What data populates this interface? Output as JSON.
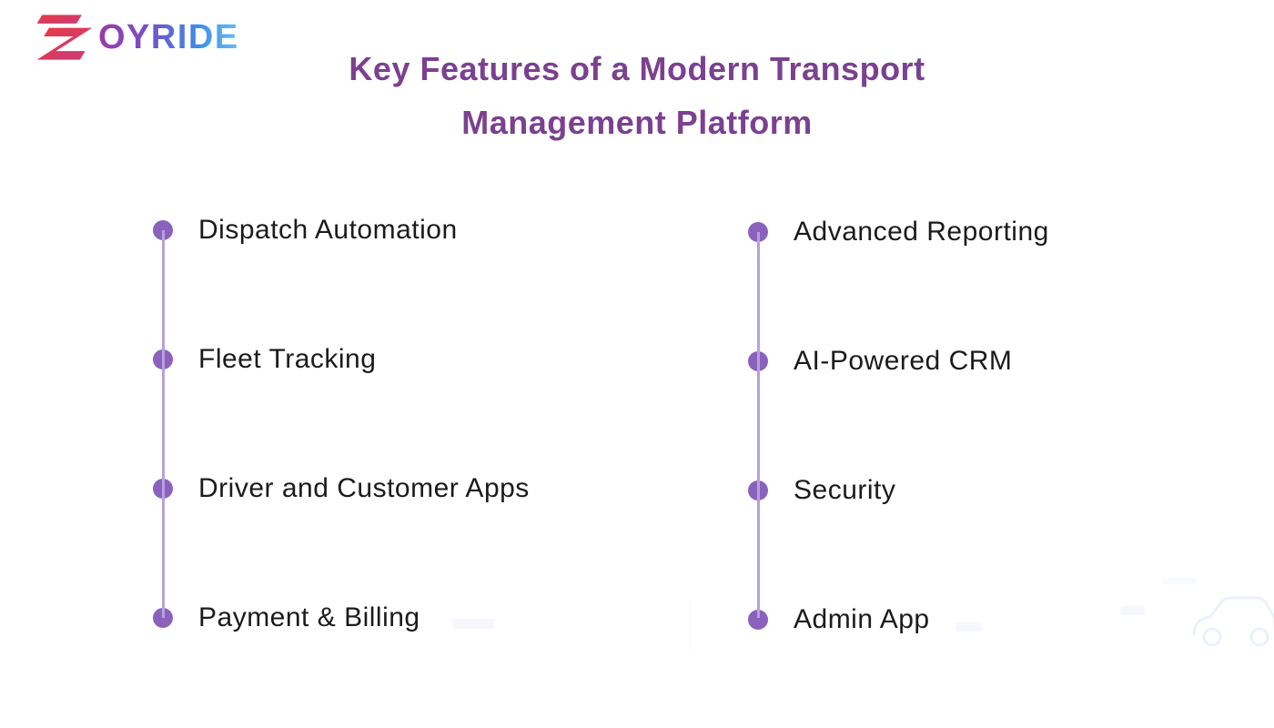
{
  "logo": {
    "z": "Z",
    "rest": "OYRIDE",
    "full_name": "ZOYRIDE",
    "z_gradient": [
      "#E93A41",
      "#C93C7C"
    ],
    "text_gradient": [
      "#9C3BA4",
      "#7450C9",
      "#3E8EE8",
      "#6CBCF6"
    ]
  },
  "title": {
    "line1": "Key Features of a Modern Transport",
    "line2": "Management Platform",
    "color": "#7B4190"
  },
  "features": {
    "left": [
      {
        "label": "Dispatch Automation"
      },
      {
        "label": "Fleet Tracking"
      },
      {
        "label": "Driver and Customer Apps"
      },
      {
        "label": "Payment & Billing"
      }
    ],
    "right": [
      {
        "label": "Advanced Reporting"
      },
      {
        "label": "AI-Powered CRM"
      },
      {
        "label": "Security"
      },
      {
        "label": "Admin App"
      }
    ]
  },
  "style": {
    "dot_color": "#8A62BD",
    "connector_color": "#B6A1DC",
    "item_text_color": "#1B1B1D",
    "background": "#FFFFFF"
  }
}
